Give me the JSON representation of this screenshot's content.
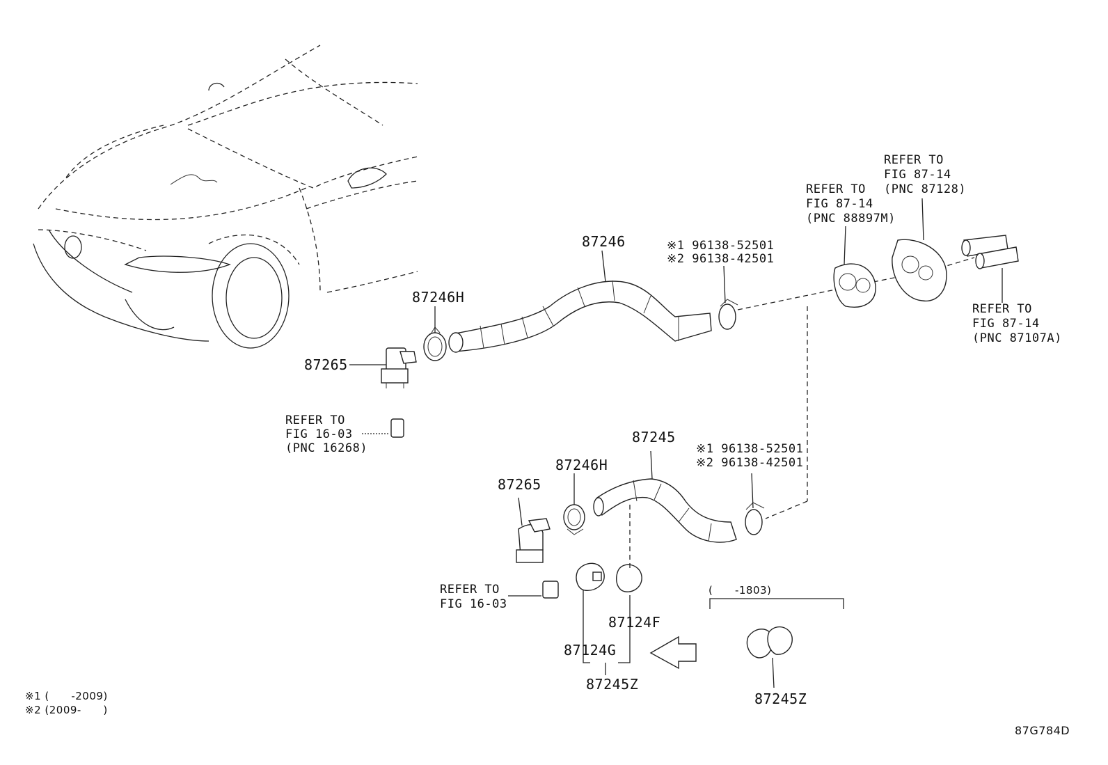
{
  "parts": {
    "hose_upper": "87246",
    "clamp_upper_left": "87246H",
    "valve_upper": "87265",
    "hose_lower": "87245",
    "clamp_lower_left": "87246H",
    "valve_lower": "87265",
    "clamp_g": "87124G",
    "clamp_f": "87124F",
    "set_left": "87245Z",
    "set_right": "87245Z"
  },
  "clip_upper": {
    "line1": "※1 96138-52501",
    "line2": "※2 96138-42501"
  },
  "clip_lower": {
    "line1": "※1 96138-52501",
    "line2": "※2 96138-42501"
  },
  "refer_88897m": {
    "l1": "REFER TO",
    "l2": "FIG 87-14",
    "l3": "(PNC 88897M)"
  },
  "refer_87128": {
    "l1": "REFER TO",
    "l2": "FIG 87-14",
    "l3": "(PNC 87128)"
  },
  "refer_87107a": {
    "l1": "REFER TO",
    "l2": "FIG 87-14",
    "l3": "(PNC 87107A)"
  },
  "refer_16268": {
    "l1": "REFER TO",
    "l2": "FIG 16-03",
    "l3": "(PNC 16268)"
  },
  "refer_1603": {
    "l1": "REFER TO",
    "l2": "FIG 16-03"
  },
  "date_range": "(      -1803)",
  "notes": {
    "n1": "※1 (      -2009)",
    "n2": "※2 (2009-      )"
  },
  "figure_code": "87G784D"
}
